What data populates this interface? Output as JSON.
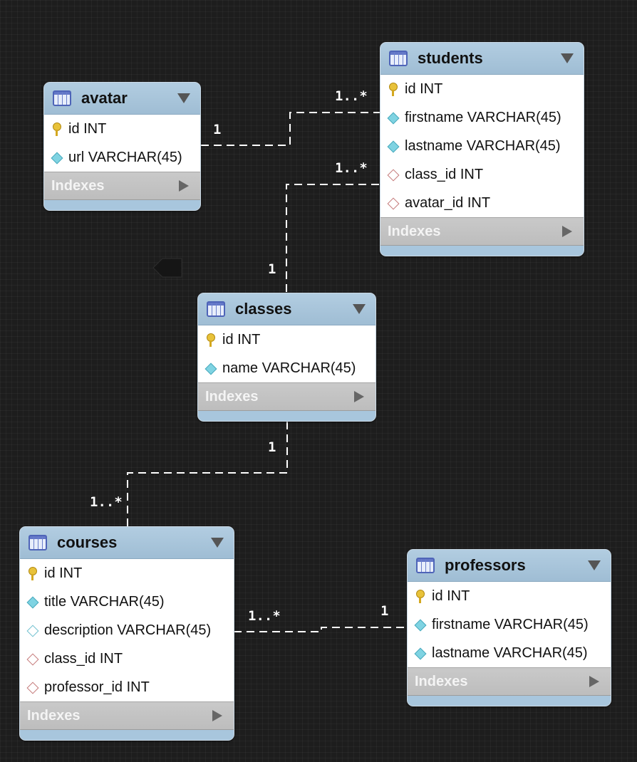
{
  "diagram": {
    "tables": [
      {
        "id": "avatar",
        "name": "avatar",
        "columns": [
          {
            "label": "id INT",
            "icon": "primary-key-icon"
          },
          {
            "label": "url VARCHAR(45)",
            "icon": "column-icon"
          }
        ],
        "indexes_label": "Indexes"
      },
      {
        "id": "students",
        "name": "students",
        "columns": [
          {
            "label": "id INT",
            "icon": "primary-key-icon"
          },
          {
            "label": "firstname VARCHAR(45)",
            "icon": "column-icon"
          },
          {
            "label": "lastname VARCHAR(45)",
            "icon": "column-icon"
          },
          {
            "label": "class_id INT",
            "icon": "foreign-key-icon"
          },
          {
            "label": "avatar_id INT",
            "icon": "foreign-key-icon"
          }
        ],
        "indexes_label": "Indexes"
      },
      {
        "id": "classes",
        "name": "classes",
        "columns": [
          {
            "label": "id INT",
            "icon": "primary-key-icon"
          },
          {
            "label": "name VARCHAR(45)",
            "icon": "column-icon"
          }
        ],
        "indexes_label": "Indexes"
      },
      {
        "id": "courses",
        "name": "courses",
        "columns": [
          {
            "label": "id INT",
            "icon": "primary-key-icon"
          },
          {
            "label": "title VARCHAR(45)",
            "icon": "column-icon"
          },
          {
            "label": "description VARCHAR(45)",
            "icon": "nullable-column-icon"
          },
          {
            "label": "class_id INT",
            "icon": "foreign-key-icon"
          },
          {
            "label": "professor_id INT",
            "icon": "foreign-key-icon"
          }
        ],
        "indexes_label": "Indexes"
      },
      {
        "id": "professors",
        "name": "professors",
        "columns": [
          {
            "label": "id INT",
            "icon": "primary-key-icon"
          },
          {
            "label": "firstname VARCHAR(45)",
            "icon": "column-icon"
          },
          {
            "label": "lastname VARCHAR(45)",
            "icon": "column-icon"
          }
        ],
        "indexes_label": "Indexes"
      }
    ],
    "relationships": [
      {
        "from": "avatar",
        "to": "students",
        "from_card": "1",
        "to_card": "1..*"
      },
      {
        "from": "classes",
        "to": "students",
        "from_card": "1",
        "to_card": "1..*"
      },
      {
        "from": "classes",
        "to": "courses",
        "from_card": "1",
        "to_card": "1..*"
      },
      {
        "from": "professors",
        "to": "courses",
        "from_card": "1",
        "to_card": "1..*"
      }
    ],
    "colors": {
      "background": "#1d1d1d",
      "table_header": "#a8c6dd",
      "indexes_bar": "#c4c4c4",
      "connector": "#ffffff"
    }
  }
}
